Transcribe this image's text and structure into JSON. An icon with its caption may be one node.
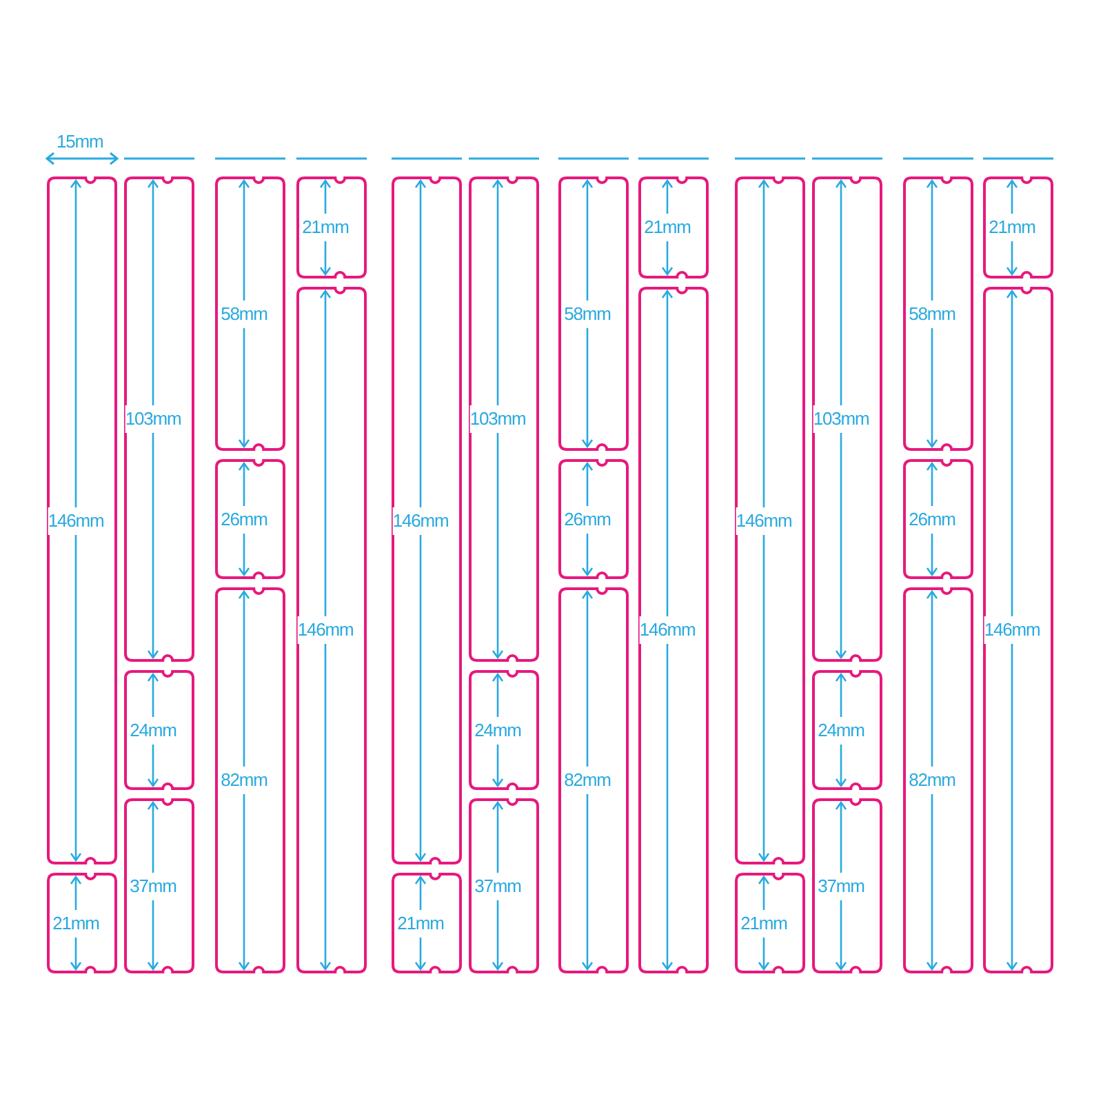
{
  "diagram": {
    "nodes": [
      {
        "text": [
          "146mm"
        ]
      },
      {
        "text": [
          "21mm"
        ]
      },
      {
        "text": [
          "103mm"
        ]
      },
      {
        "text": [
          "24mm"
        ]
      },
      {
        "text": [
          "37mm"
        ]
      },
      {
        "text": [
          "58mm"
        ]
      },
      {
        "text": [
          "26mm"
        ]
      },
      {
        "text": [
          "82mm"
        ]
      },
      {
        "text": [
          "21mm"
        ]
      },
      {
        "text": [
          "146mm"
        ]
      },
      {
        "text": [
          "146mm"
        ]
      },
      {
        "text": [
          "21mm"
        ]
      },
      {
        "text": [
          "103mm"
        ]
      },
      {
        "text": [
          "24mm"
        ]
      },
      {
        "text": [
          "37mm"
        ]
      },
      {
        "text": [
          "58mm"
        ]
      },
      {
        "text": [
          "26mm"
        ]
      },
      {
        "text": [
          "82mm"
        ]
      },
      {
        "text": [
          "21mm"
        ]
      },
      {
        "text": [
          "146mm"
        ]
      },
      {
        "text": [
          "146mm"
        ]
      },
      {
        "text": [
          "21mm"
        ]
      },
      {
        "text": [
          "103mm"
        ]
      },
      {
        "text": [
          "24mm"
        ]
      },
      {
        "text": [
          "37mm"
        ]
      },
      {
        "text": [
          "58mm"
        ]
      },
      {
        "text": [
          "26mm"
        ]
      },
      {
        "text": [
          "82mm"
        ]
      },
      {
        "text": [
          "21mm"
        ]
      },
      {
        "text": [
          "146mm"
        ]
      }
    ],
    "edges": [],
    "labels": [
      "15mm"
    ]
  }
}
